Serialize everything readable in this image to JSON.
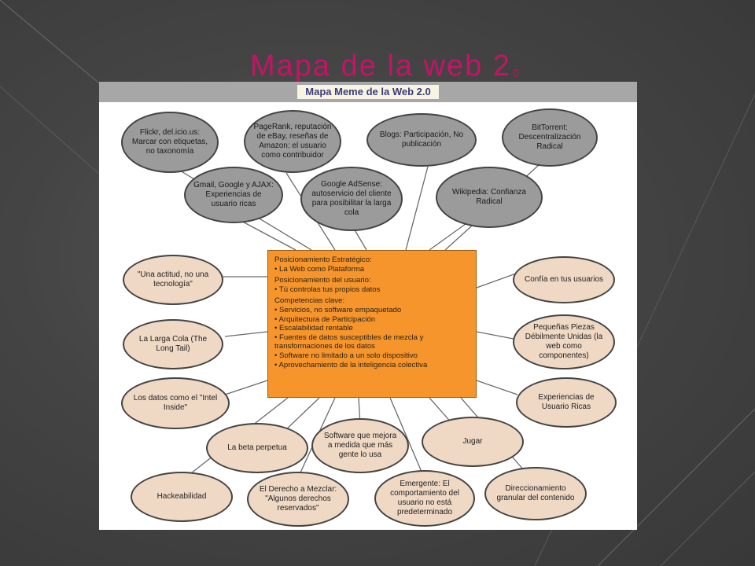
{
  "slide": {
    "title_main": "Mapa de la web 2",
    "title_sub": "0"
  },
  "diagram": {
    "banner": "Mapa Meme de la Web 2.0",
    "top_nodes": [
      "Flickr, del.icio.us: Marcar con etiquetas, no taxonomía",
      "PageRank, reputación de eBay, reseñas de Amazon: el usuario como contribuidor",
      "Blogs: Participación, No publicación",
      "BitTorrent: Descentralización Radical",
      "Gmail, Google y AJAX: Experiencias de usuario ricas",
      "Google AdSense: autoservicio del cliente para posibilitar la larga cola",
      "Wikipedia: Confianza Radical"
    ],
    "left_nodes": [
      "\"Una actitud, no una tecnología\"",
      "La Larga Cola (The Long Tail)",
      "Los datos como el \"Intel Inside\""
    ],
    "right_nodes": [
      "Confía en tus usuarios",
      "Pequeñas Piezas Débilmente Unidas (la web como componentes)",
      "Experiencias de Usuario Ricas"
    ],
    "bottom_nodes": [
      "La beta perpetua",
      "Software que mejora a medida que más gente lo usa",
      "Jugar",
      "Hackeabilidad",
      "El Derecho a Mezclar: \"Algunos derechos reservados\"",
      "Emergente: El comportamiento del usuario no está predeterminado",
      "Direccionamiento granular del contenido"
    ],
    "center": {
      "heading_1": "Posicionamiento Estratégico:",
      "items_1": [
        "• La Web como Plataforma"
      ],
      "heading_2": "Posicionamiento del usuario:",
      "items_2": [
        "• Tú controlas tus propios datos"
      ],
      "heading_3": "Competencias clave:",
      "items_3": [
        "• Servicios, no software empaquetado",
        "• Arquitectura de Participación",
        "• Escalabilidad rentable",
        "• Fuentes de datos susceptibles de mezcla y transformaciones de los datos",
        "• Software no limitado a un solo dispositivo",
        "• Aprovechamiento de la inteligencia colectiva"
      ]
    }
  },
  "colors": {
    "title": "#c41466",
    "center_box": "#f6952c",
    "gray_node": "#9b9b9b",
    "beige_node": "#efd8c4"
  }
}
